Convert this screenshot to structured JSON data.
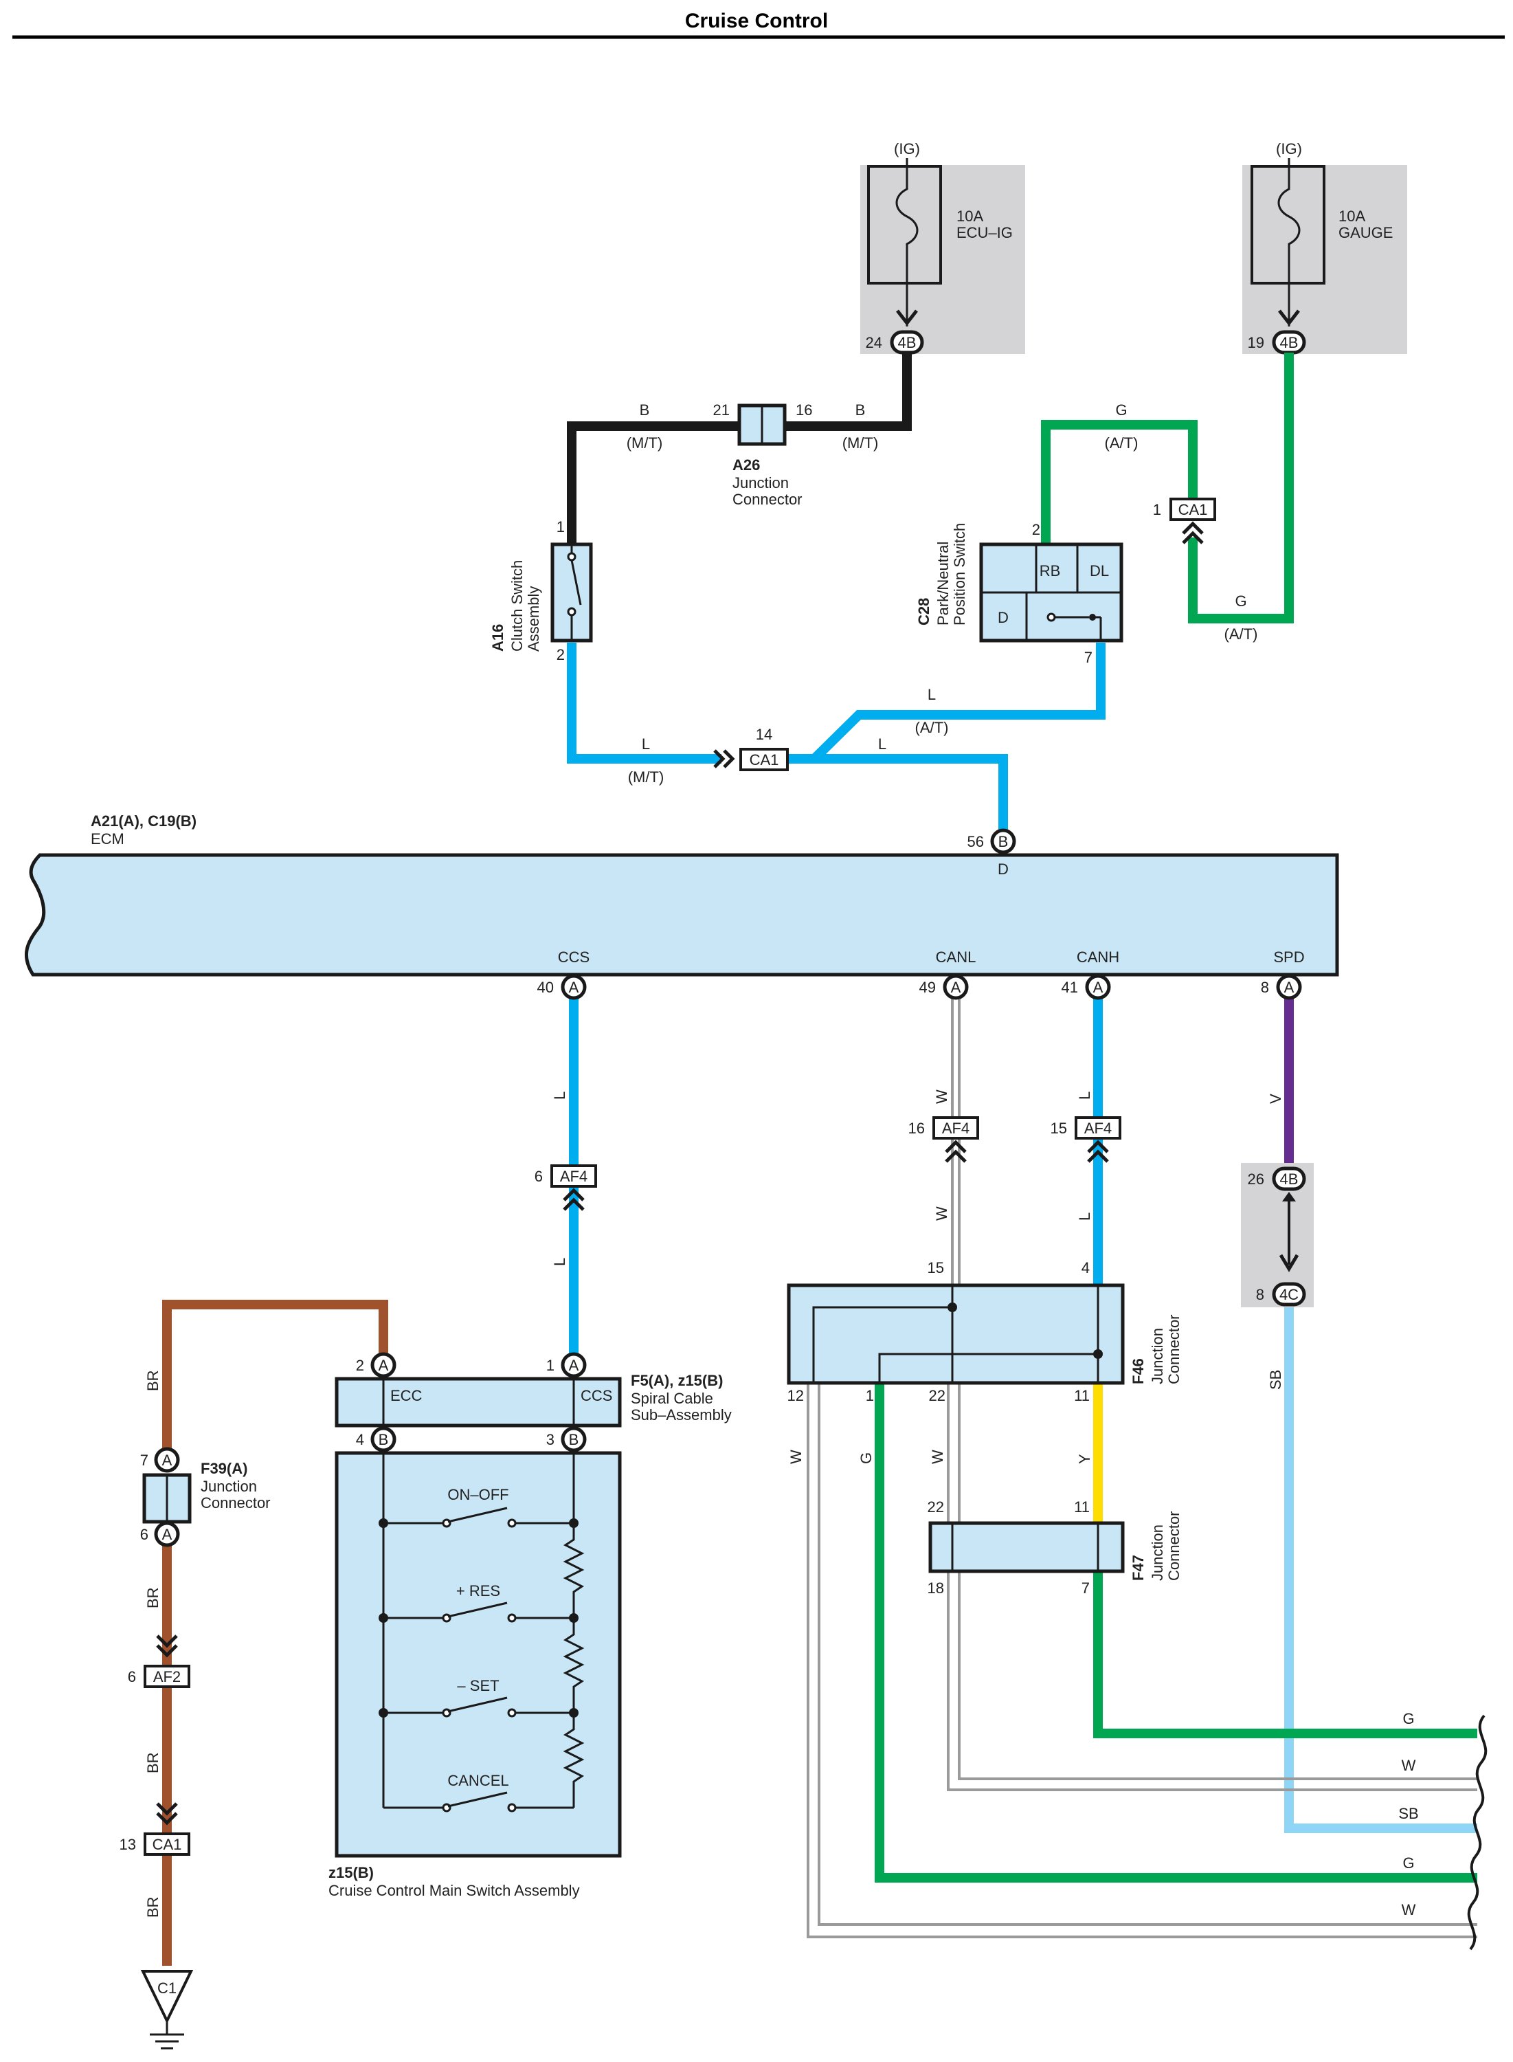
{
  "title": "Cruise Control",
  "colors": {
    "B": "#1a1a1a",
    "G": "#00a651",
    "L": "#00aeef",
    "BR": "#a0522d",
    "V": "#662d91",
    "Y": "#ffdd00",
    "SB": "#8fd5f5",
    "W": "#9a9a9a",
    "box": "#c8e6f5",
    "fuse_bg": "#d4d4d6"
  },
  "fuses": [
    {
      "supply": "(IG)",
      "rating": "10A",
      "name": "ECU–IG",
      "pin": "24",
      "conn": "4B"
    },
    {
      "supply": "(IG)",
      "rating": "10A",
      "name": "GAUGE",
      "pin": "19",
      "conn": "4B"
    }
  ],
  "a26": {
    "id": "A26",
    "name_l1": "Junction",
    "name_l2": "Connector",
    "pin_left": "21",
    "pin_right": "16",
    "wire_left": "B",
    "cond_left": "(M/T)",
    "wire_right": "B",
    "cond_right": "(M/T)"
  },
  "a16": {
    "id": "A16",
    "name_l1": "Clutch Switch",
    "name_l2": "Assembly",
    "pin_top": "1",
    "pin_bottom": "2"
  },
  "c28": {
    "id": "C28",
    "name_l1": "Park/Neutral",
    "name_l2": "Position Switch",
    "cell_rb": "RB",
    "cell_dl": "DL",
    "cell_d": "D",
    "pin_top": "2",
    "pin_bottom": "7"
  },
  "g_wire": {
    "top": "G",
    "top_cond": "(A/T)",
    "bottom": "G",
    "bottom_cond": "(A/T)",
    "ca1_pin": "1",
    "ca1": "CA1"
  },
  "ca1_mid": {
    "pin": "14",
    "conn": "CA1",
    "wire_in": "L",
    "cond_in": "(M/T)",
    "wire_at": "L",
    "cond_at": "(A/T)",
    "wire_out": "L"
  },
  "ecm": {
    "id": "A21(A), C19(B)",
    "name": "ECM",
    "pin_d": {
      "num": "56",
      "conn": "B",
      "label": "D"
    },
    "pins": [
      {
        "label": "CCS",
        "num": "40",
        "conn": "A"
      },
      {
        "label": "CANL",
        "num": "49",
        "conn": "A"
      },
      {
        "label": "CANH",
        "num": "41",
        "conn": "A"
      },
      {
        "label": "SPD",
        "num": "8",
        "conn": "A"
      }
    ]
  },
  "ccs_line": {
    "wire_top": "L",
    "af4_pin": "6",
    "af4": "AF4",
    "wire_bot": "L"
  },
  "canl_line": {
    "wire_top": "W",
    "af4_pin": "16",
    "af4": "AF4",
    "wire_bot": "W"
  },
  "canh_line": {
    "wire_top": "L",
    "af4_pin": "15",
    "af4": "AF4",
    "wire_bot": "L"
  },
  "spd_line": {
    "wire_top": "V",
    "pin_4b": "26",
    "conn_4b": "4B",
    "pin_4c": "8",
    "conn_4c": "4C",
    "wire_bot": "SB"
  },
  "f5": {
    "id": "F5(A), z15(B)",
    "name_l1": "Spiral Cable",
    "name_l2": "Sub–Assembly",
    "label_ecc": "ECC",
    "label_ccs": "CCS",
    "pin_2": "2",
    "conn_2": "A",
    "pin_1": "1",
    "conn_1": "A",
    "pin_4": "4",
    "conn_4": "B",
    "pin_3": "3",
    "conn_3": "B"
  },
  "z15": {
    "id": "z15(B)",
    "name": "Cruise Control Main Switch Assembly",
    "switches": [
      "ON–OFF",
      "+ RES",
      "– SET",
      "CANCEL"
    ]
  },
  "br_line": {
    "wire": "BR",
    "f39_id": "F39(A)",
    "f39_l1": "Junction",
    "f39_l2": "Connector",
    "pin_7": "7",
    "conn_7": "A",
    "pin_6": "6",
    "conn_6": "A",
    "af2_pin": "6",
    "af2": "AF2",
    "ca1_pin": "13",
    "ca1": "CA1",
    "ground": "C1"
  },
  "f46": {
    "id": "F46",
    "name_l1": "Junction",
    "name_l2": "Connector",
    "pin_15": "15",
    "pin_4": "4",
    "pin_12": "12",
    "pin_1": "1",
    "pin_22": "22",
    "pin_11": "11"
  },
  "f47": {
    "id": "F47",
    "name_l1": "Junction",
    "name_l2": "Connector",
    "pin_22": "22",
    "pin_11": "11",
    "pin_18": "18",
    "pin_7": "7"
  },
  "lower_wire_labels": {
    "w12": "W",
    "g1": "G",
    "w22": "W",
    "y11": "Y"
  },
  "outputs": [
    "G",
    "W",
    "SB",
    "G",
    "W"
  ]
}
